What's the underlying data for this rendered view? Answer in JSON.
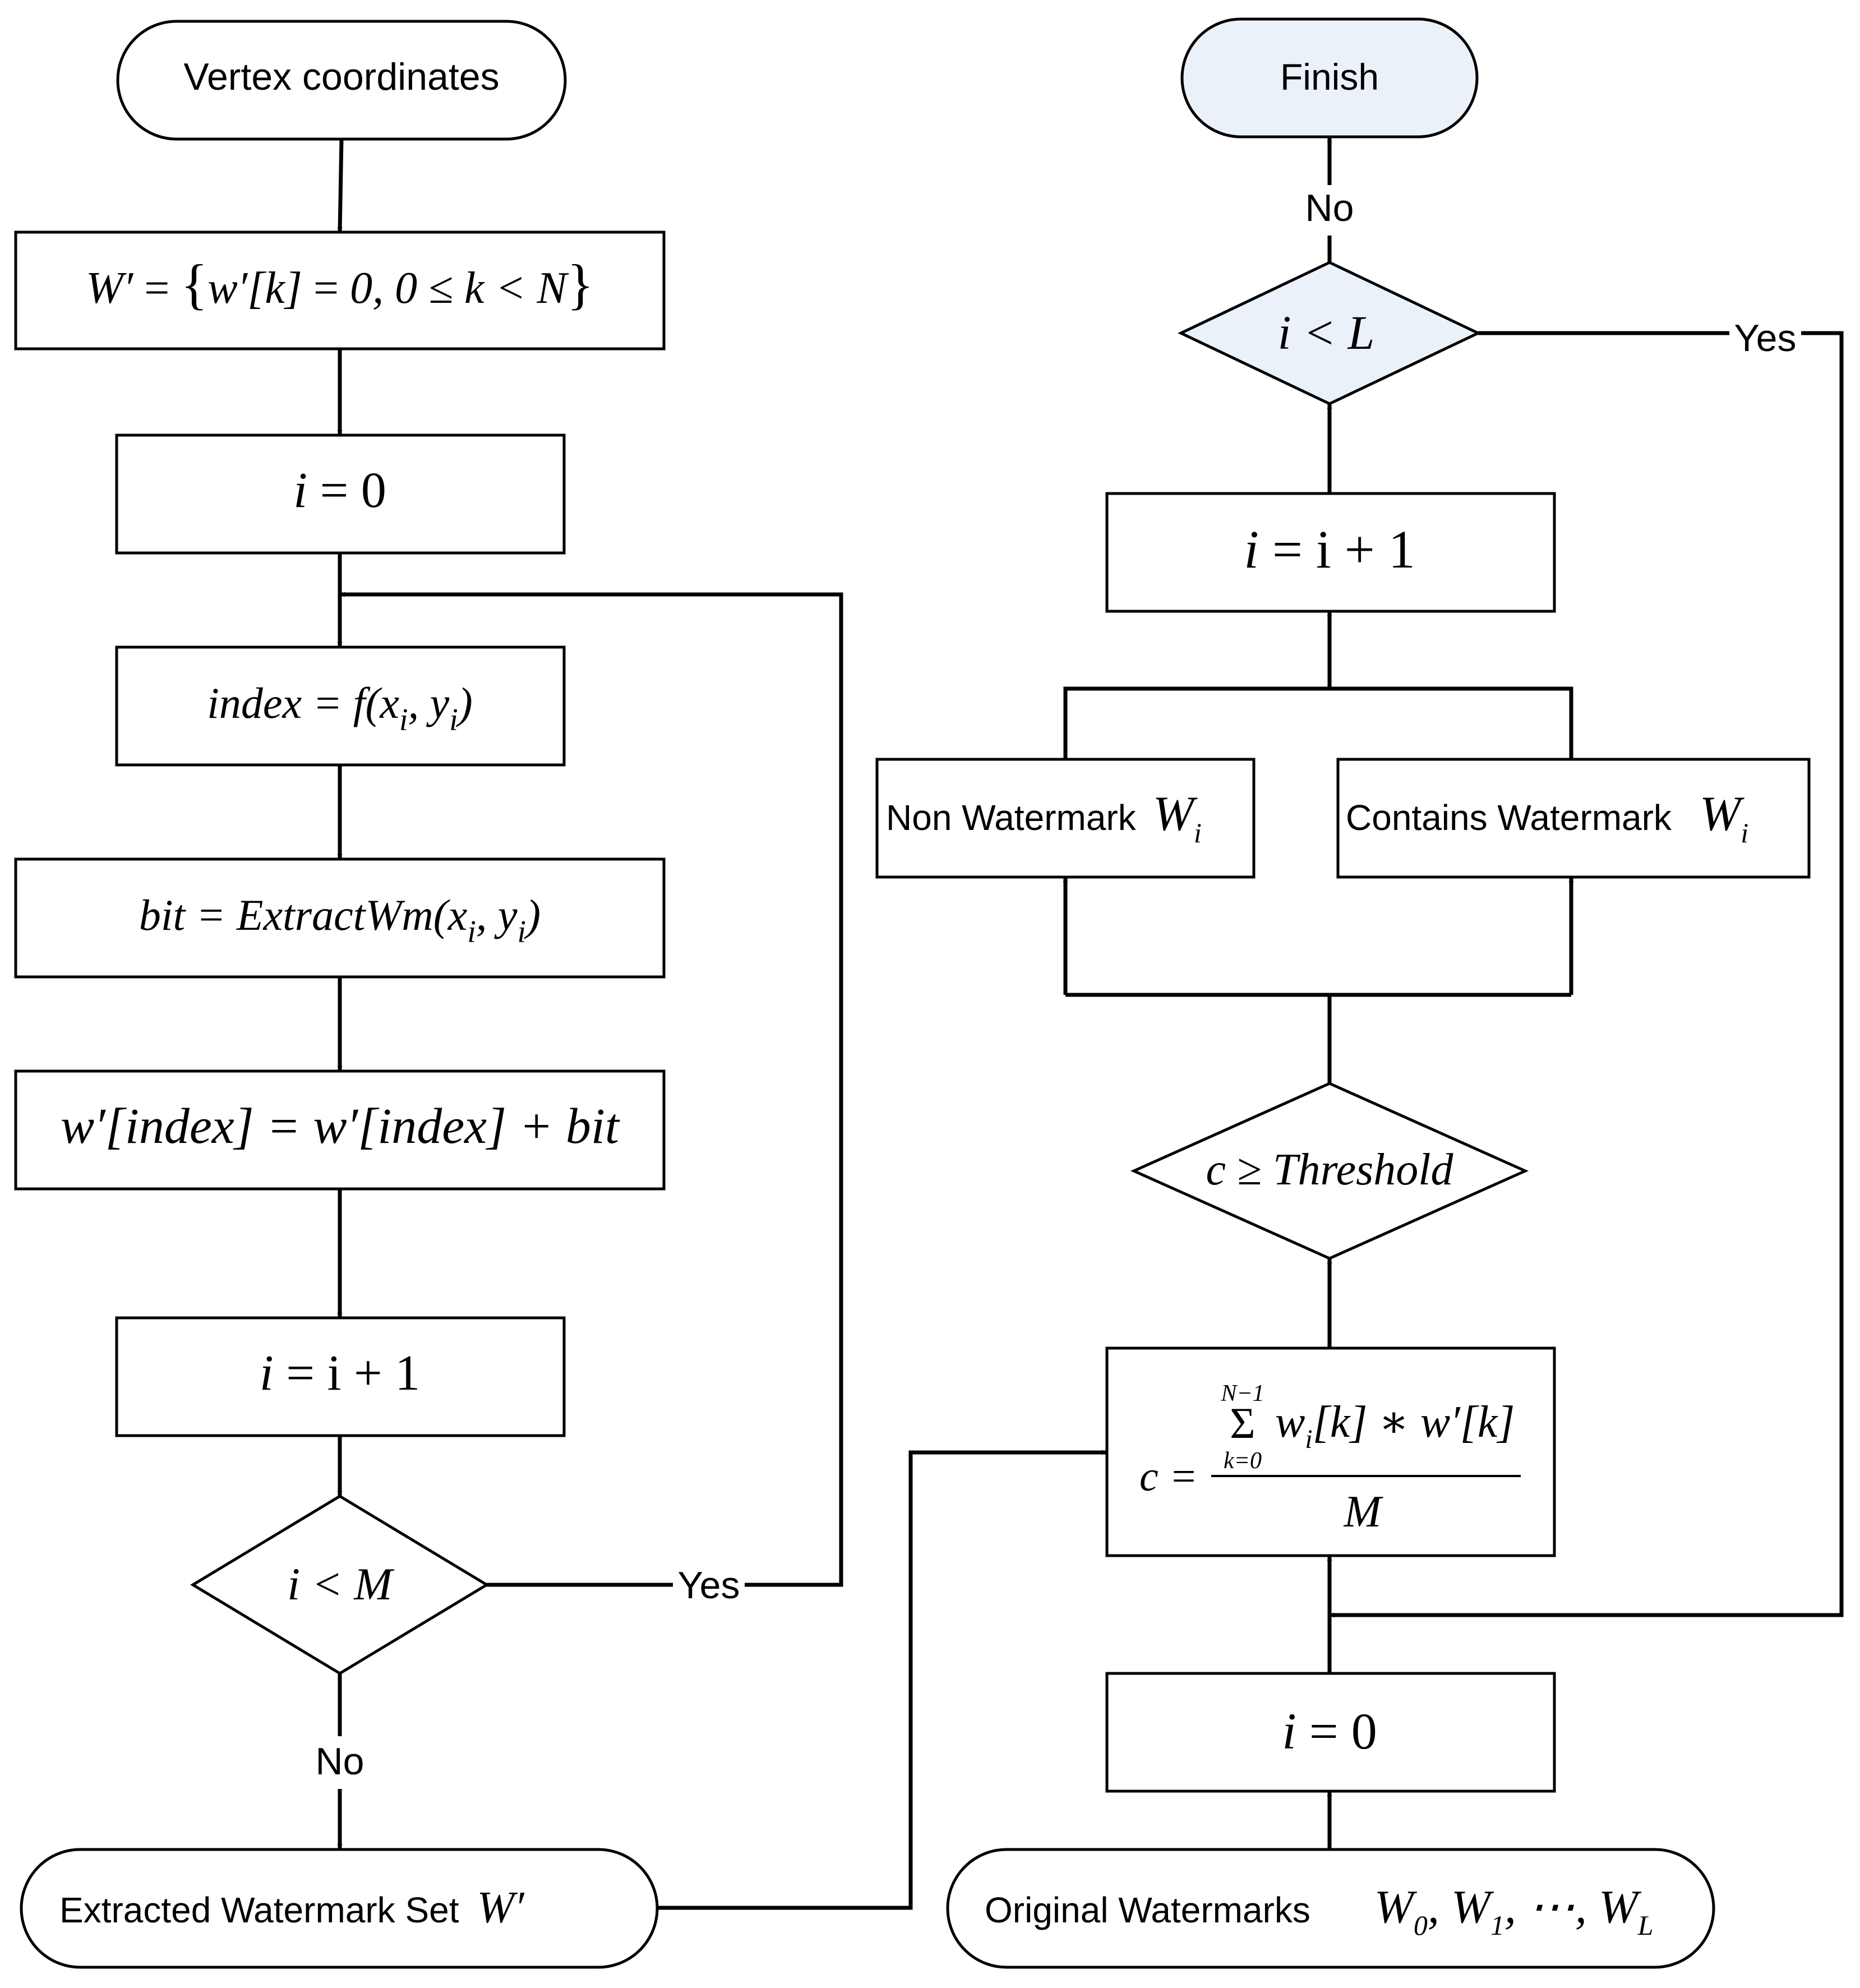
{
  "left_column": {
    "start_terminal": "Vertex coordinates",
    "init_set": {
      "lhs": "W′",
      "op": "=",
      "lbrace": "{",
      "elem": "w′[k]",
      "eq": "=",
      "cond": "0, 0 ≤ k < N",
      "rbrace": "}"
    },
    "init_i": {
      "var": "i",
      "expr": "= 0"
    },
    "index_step": {
      "lhs": "index",
      "rhs": "= f(x",
      "sub1": "i",
      "mid": ", y",
      "sub2": "i",
      "close": ")"
    },
    "bit_step": {
      "lhs": "bit",
      "rhs": "= ExtractWm(x",
      "sub1": "i",
      "mid": ", y",
      "sub2": "i",
      "close": ")"
    },
    "accumulate_step": "w′[index] = w′[index] + bit",
    "increment": {
      "var": "i",
      "expr": "= i + 1"
    },
    "decision": "i < M",
    "yes_label": "Yes",
    "no_label": "No",
    "end_terminal": {
      "text": "Extracted Watermark Set",
      "symbol": "W′"
    }
  },
  "right_column": {
    "original_terminal": {
      "text": "Original Watermarks",
      "symbol": "W",
      "sub0": "0",
      "sep1": ", W",
      "sub1": "1",
      "sep2": ", ⋯, W",
      "subL": "L"
    },
    "init_i": {
      "var": "i",
      "expr": "= 0"
    },
    "correlation": {
      "lhs": "c =",
      "upper": "N−1",
      "sigma": "Σ",
      "lower": "k=0",
      "term": "w",
      "term_sub": "i",
      "term_rest": "[k] ∗ w′[k]",
      "denominator": "M"
    },
    "threshold_decision": "c ≥ Threshold",
    "non_watermark": {
      "text": "Non Watermark",
      "symbol": "W",
      "sub": "i"
    },
    "contains_watermark": {
      "text": "Contains Watermark",
      "symbol": "W",
      "sub": "i"
    },
    "increment": {
      "var": "i",
      "expr": "= i + 1"
    },
    "decision": "i < L",
    "yes_label": "Yes",
    "no_label": "No",
    "finish_terminal": "Finish"
  },
  "colors": {
    "line": "#000000",
    "box_fill": "#ffffff",
    "finish_fill": "#ebf1f8"
  }
}
